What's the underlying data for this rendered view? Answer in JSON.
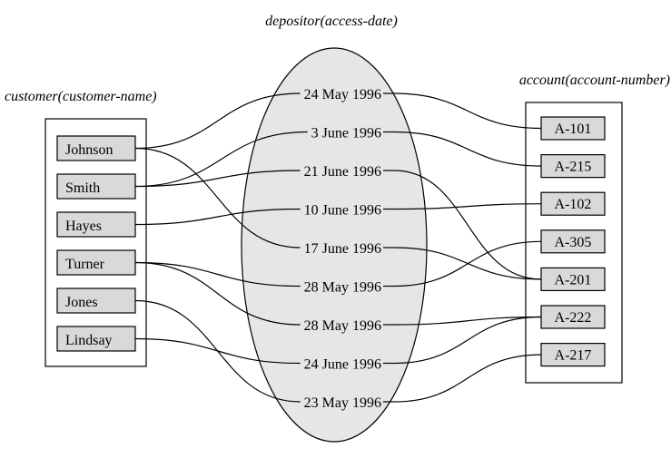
{
  "titles": {
    "customer": "customer(customer-name)",
    "depositor": "depositor(access-date)",
    "account": "account(account-number)"
  },
  "customers": [
    "Johnson",
    "Smith",
    "Hayes",
    "Turner",
    "Jones",
    "Lindsay"
  ],
  "dates": [
    "24 May 1996",
    "3 June 1996",
    "21 June 1996",
    "10 June 1996",
    "17 June 1996",
    "28 May 1996",
    "28 May 1996",
    "24 June 1996",
    "23 May 1996"
  ],
  "accounts": [
    "A-101",
    "A-215",
    "A-102",
    "A-305",
    "A-201",
    "A-222",
    "A-217"
  ],
  "customer_links": [
    [
      0,
      0
    ],
    [
      1,
      1
    ],
    [
      1,
      2
    ],
    [
      2,
      3
    ],
    [
      0,
      4
    ],
    [
      3,
      5
    ],
    [
      3,
      6
    ],
    [
      5,
      7
    ],
    [
      4,
      8
    ]
  ],
  "account_links": [
    [
      0,
      0
    ],
    [
      1,
      1
    ],
    [
      2,
      4
    ],
    [
      3,
      2
    ],
    [
      4,
      4
    ],
    [
      5,
      3
    ],
    [
      6,
      5
    ],
    [
      7,
      5
    ],
    [
      8,
      6
    ]
  ]
}
